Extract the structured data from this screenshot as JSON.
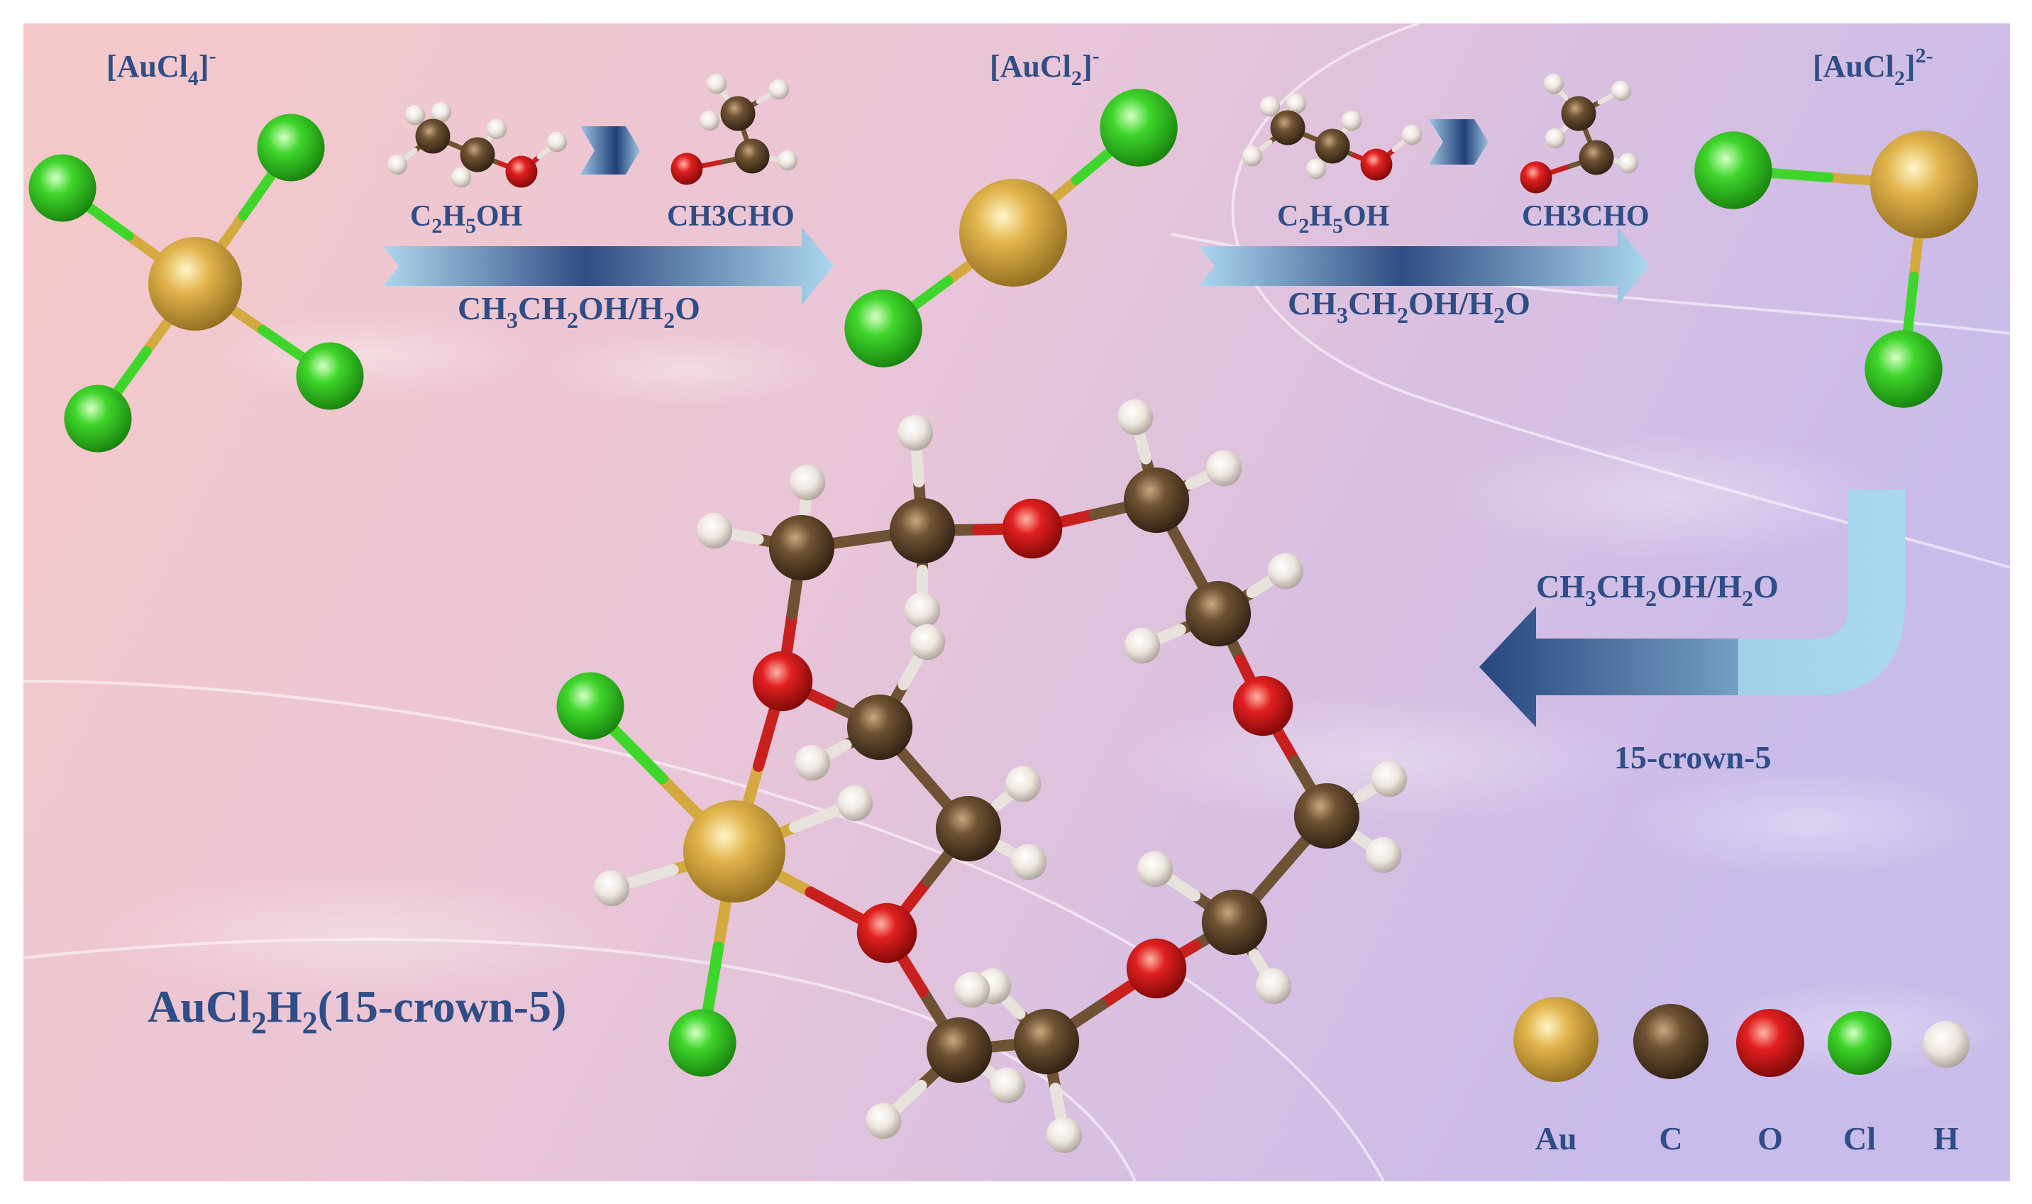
{
  "species": {
    "aucl4": {
      "base": "[AuCl",
      "sub": "4",
      "sup": "]",
      "charge": "-"
    },
    "aucl2_minus": {
      "base": "[AuCl",
      "sub": "2",
      "sup": "]",
      "charge": "-"
    },
    "aucl2_2minus": {
      "base": "[AuCl",
      "sub": "2",
      "sup": "]",
      "charge": "2-"
    }
  },
  "step1": {
    "reactant": [
      "C",
      "2",
      "H",
      "5",
      "OH"
    ],
    "product": "CH3CHO",
    "solvent": [
      "CH",
      "3",
      "CH",
      "2",
      "OH/H",
      "2",
      "O"
    ]
  },
  "step2": {
    "reactant": [
      "C",
      "2",
      "H",
      "5",
      "OH"
    ],
    "product": "CH3CHO",
    "solvent": [
      "CH",
      "3",
      "CH",
      "2",
      "OH/H",
      "2",
      "O"
    ]
  },
  "step3": {
    "solvent": [
      "CH",
      "3",
      "CH",
      "2",
      "OH/H",
      "2",
      "O"
    ],
    "reagent": "15-crown-5"
  },
  "complex": [
    "AuCl",
    "2",
    "H",
    "2",
    "(15-crown-5)"
  ],
  "legend": [
    {
      "element": "Au",
      "color": "#d4a93f"
    },
    {
      "element": "C",
      "color": "#6e5233"
    },
    {
      "element": "O",
      "color": "#e0201f"
    },
    {
      "element": "Cl",
      "color": "#3fd62b"
    },
    {
      "element": "H",
      "color": "#f2ece6"
    }
  ],
  "colors": {
    "text": "#2f4d86",
    "bg_left": "#f4c8c8",
    "bg_right": "#cdbde8",
    "arrow_light": "#a9d8ef",
    "arrow_dark": "#26477e"
  }
}
